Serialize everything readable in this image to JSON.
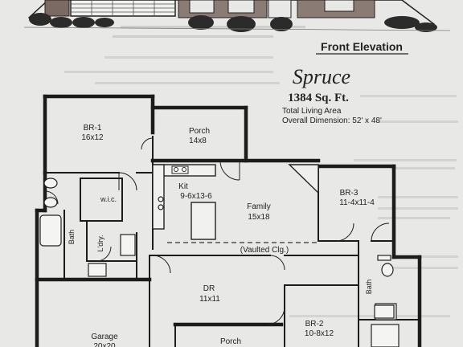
{
  "header": {
    "elevation_caption": "Front Elevation",
    "plan_name": "Spruce",
    "square_feet": "1384 Sq. Ft.",
    "living_area_label": "Total Living Area",
    "overall_dimension": "Overall Dimension: 52' x 48'"
  },
  "rooms": [
    {
      "name": "BR-1",
      "size": "16x12"
    },
    {
      "name": "Porch",
      "size": "14x8"
    },
    {
      "name": "Kit",
      "size": "9-6x13-6"
    },
    {
      "name": "Family",
      "size": "15x18"
    },
    {
      "name": "BR-3",
      "size": "11-4x11-4"
    },
    {
      "name": "DR",
      "size": "11x11"
    },
    {
      "name": "BR-2",
      "size": "10-8x12"
    },
    {
      "name": "Garage",
      "size": "20x20"
    },
    {
      "name": "Porch",
      "size": ""
    }
  ],
  "small_labels": {
    "wic": "w.i.c.",
    "bath1": "Bath",
    "laundry": "L'dry.",
    "bath2": "Bath",
    "vaulted": "(Vaulted Clg.)"
  }
}
